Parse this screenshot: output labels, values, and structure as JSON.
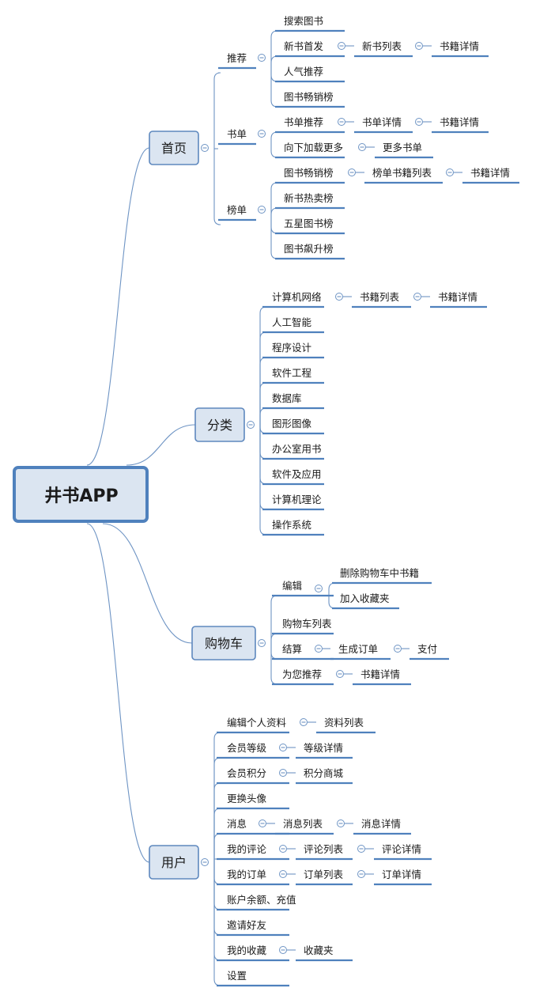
{
  "root": {
    "label": "井书APP"
  },
  "branches": [
    {
      "label": "首页",
      "children": [
        {
          "label": "推荐",
          "children": [
            {
              "label": "搜索图书"
            },
            {
              "label": "新书首发",
              "children": [
                {
                  "label": "新书列表",
                  "children": [
                    {
                      "label": "书籍详情"
                    }
                  ]
                }
              ]
            },
            {
              "label": "人气推荐"
            },
            {
              "label": "图书畅销榜"
            }
          ]
        },
        {
          "label": "书单",
          "children": [
            {
              "label": "书单推荐",
              "children": [
                {
                  "label": "书单详情",
                  "children": [
                    {
                      "label": "书籍详情"
                    }
                  ]
                }
              ]
            },
            {
              "label": "向下加载更多",
              "children": [
                {
                  "label": "更多书单"
                }
              ]
            }
          ]
        },
        {
          "label": "榜单",
          "children": [
            {
              "label": "图书畅销榜",
              "children": [
                {
                  "label": "榜单书籍列表",
                  "children": [
                    {
                      "label": "书籍详情"
                    }
                  ]
                }
              ]
            },
            {
              "label": "新书热卖榜"
            },
            {
              "label": "五星图书榜"
            },
            {
              "label": "图书飙升榜"
            }
          ]
        }
      ]
    },
    {
      "label": "分类",
      "children": [
        {
          "label": "计算机网络",
          "children": [
            {
              "label": "书籍列表",
              "children": [
                {
                  "label": "书籍详情"
                }
              ]
            }
          ]
        },
        {
          "label": "人工智能"
        },
        {
          "label": "程序设计"
        },
        {
          "label": "软件工程"
        },
        {
          "label": "数据库"
        },
        {
          "label": "图形图像"
        },
        {
          "label": "办公室用书"
        },
        {
          "label": "软件及应用"
        },
        {
          "label": "计算机理论"
        },
        {
          "label": "操作系统"
        }
      ]
    },
    {
      "label": "购物车",
      "children": [
        {
          "label": "编辑",
          "children": [
            {
              "label": "删除购物车中书籍"
            },
            {
              "label": "加入收藏夹"
            }
          ]
        },
        {
          "label": "购物车列表"
        },
        {
          "label": "结算",
          "children": [
            {
              "label": "生成订单",
              "children": [
                {
                  "label": "支付"
                }
              ]
            }
          ]
        },
        {
          "label": "为您推荐",
          "children": [
            {
              "label": "书籍详情"
            }
          ]
        }
      ]
    },
    {
      "label": "用户",
      "children": [
        {
          "label": "编辑个人资料",
          "children": [
            {
              "label": "资料列表"
            }
          ]
        },
        {
          "label": "会员等级",
          "children": [
            {
              "label": "等级详情"
            }
          ]
        },
        {
          "label": "会员积分",
          "children": [
            {
              "label": "积分商城"
            }
          ]
        },
        {
          "label": "更换头像"
        },
        {
          "label": "消息",
          "children": [
            {
              "label": "消息列表",
              "children": [
                {
                  "label": "消息详情"
                }
              ]
            }
          ]
        },
        {
          "label": "我的评论",
          "children": [
            {
              "label": "评论列表",
              "children": [
                {
                  "label": "评论详情"
                }
              ]
            }
          ]
        },
        {
          "label": "我的订单",
          "children": [
            {
              "label": "订单列表",
              "children": [
                {
                  "label": "订单详情"
                }
              ]
            }
          ]
        },
        {
          "label": "账户余额、充值"
        },
        {
          "label": "邀请好友"
        },
        {
          "label": "我的收藏",
          "children": [
            {
              "label": "收藏夹"
            }
          ]
        },
        {
          "label": "设置"
        }
      ]
    }
  ]
}
